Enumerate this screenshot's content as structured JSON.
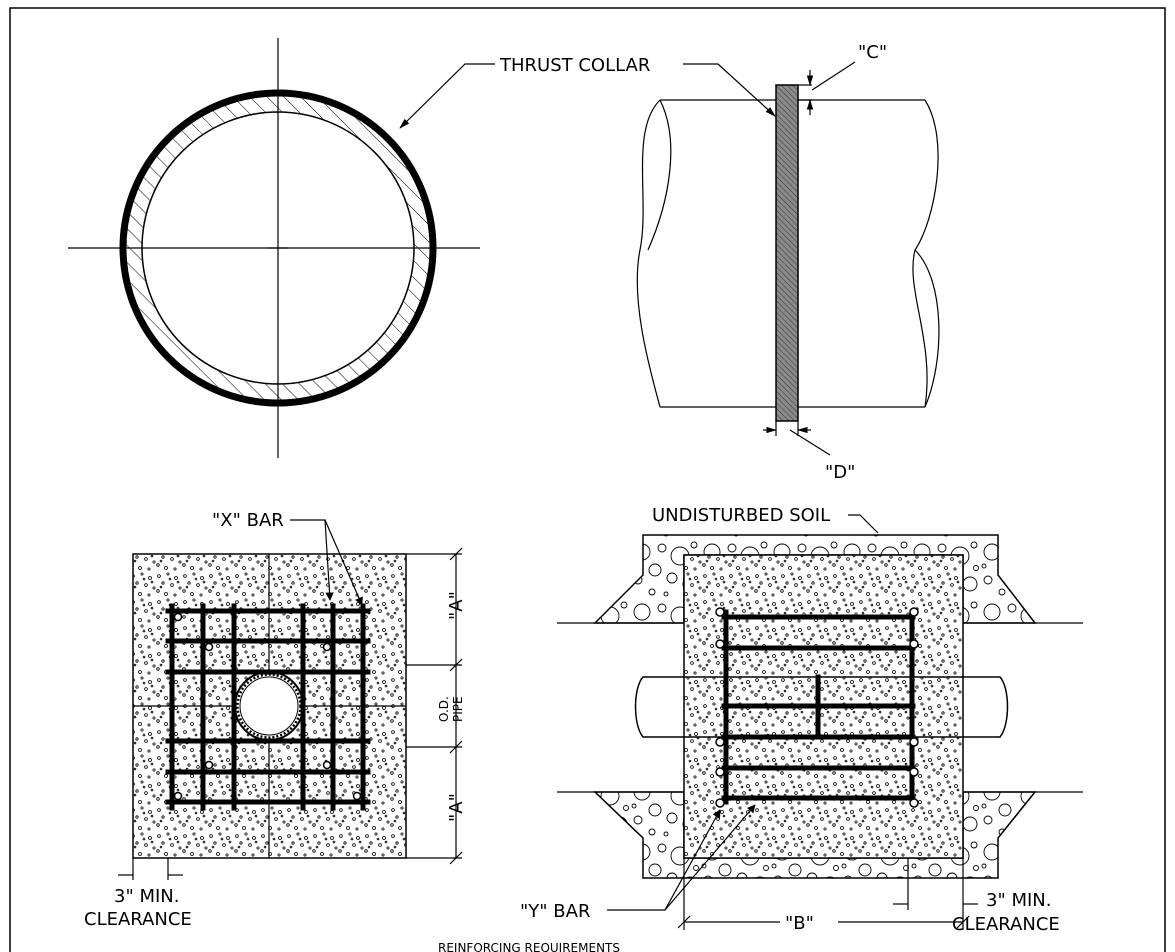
{
  "labels": {
    "thrust_collar": "THRUST COLLAR",
    "c_dim": "\"C\"",
    "d_dim": "\"D\"",
    "x_bar": "\"X\" BAR",
    "undisturbed_soil": "UNDISTURBED SOIL",
    "a_top": "\"A\"",
    "od_pipe_1": "O.D.",
    "od_pipe_2": "PIPE",
    "a_bottom": "\"A\"",
    "min_clear_left_1": "3\" MIN.",
    "min_clear_left_2": "CLEARANCE",
    "y_bar": "\"Y\" BAR",
    "b_dim": "\"B\"",
    "min_clear_right_1": "3\" MIN.",
    "min_clear_right_2": "CLEARANCE",
    "footer": "REINFORCING REQUIREMENTS"
  },
  "colors": {
    "line": "#000000",
    "background": "#ffffff",
    "collar_fill": "#6d6d6d"
  }
}
